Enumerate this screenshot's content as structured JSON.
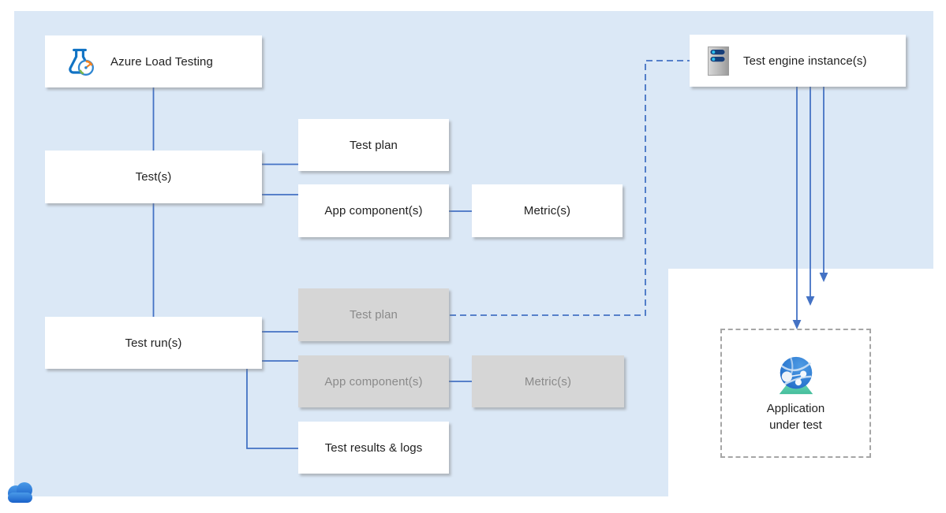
{
  "colors": {
    "canvas_background": "#dbe8f6",
    "cutout_background": "#ffffff",
    "connector_blue": "#4472c4",
    "active_node_fill": "#ffffff",
    "inactive_node_fill": "#d6d6d6",
    "active_node_text": "#212121",
    "inactive_node_text": "#8a8a8a",
    "dashed_border_gray": "#a6a6a6",
    "cloud_blue": "#2a7de1"
  },
  "nodes": {
    "azure_load_testing": {
      "label": "Azure Load Testing",
      "icon": "load-testing-flask-icon"
    },
    "tests": {
      "label": "Test(s)"
    },
    "test_runs": {
      "label": "Test run(s)"
    },
    "test_plan_config": {
      "label": "Test plan"
    },
    "app_components_config": {
      "label": "App component(s)"
    },
    "metrics_config": {
      "label": "Metric(s)"
    },
    "test_plan_run": {
      "label": "Test plan"
    },
    "app_components_run": {
      "label": "App component(s)"
    },
    "metrics_run": {
      "label": "Metric(s)"
    },
    "test_results_logs": {
      "label": "Test results & logs"
    },
    "test_engine_instances": {
      "label": "Test engine instance(s)",
      "icon": "server-icon"
    },
    "application_under_test": {
      "label_line_1": "Application",
      "label_line_2": "under test",
      "icon": "web-app-globe-icon"
    }
  },
  "decorations": {
    "cloud_icon": "azure-cloud-icon"
  }
}
